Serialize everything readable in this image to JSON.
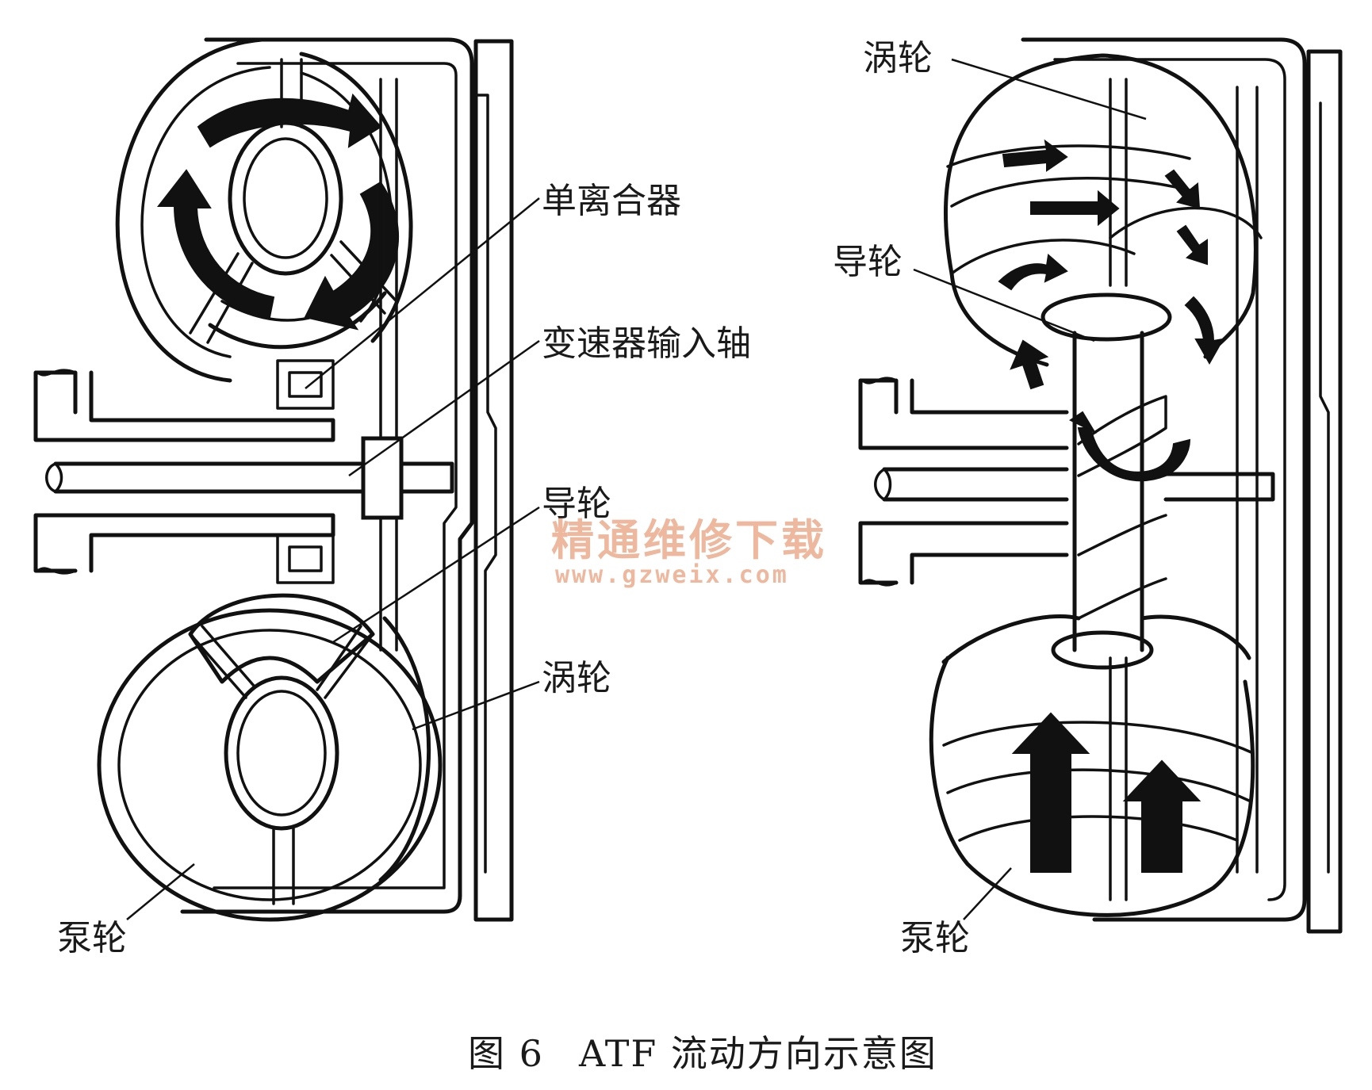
{
  "left_diagram": {
    "labels": {
      "one_way_clutch": "单离合器",
      "input_shaft": "变速器输入轴",
      "stator": "导轮",
      "turbine": "涡轮",
      "pump": "泵轮"
    }
  },
  "right_diagram": {
    "labels": {
      "turbine": "涡轮",
      "stator": "导轮",
      "pump": "泵轮"
    }
  },
  "watermark": {
    "title": "精通维修下载",
    "url": "www.gzweix.com"
  },
  "caption": {
    "figure_number": "图 6",
    "title": "ATF 流动方向示意图"
  }
}
